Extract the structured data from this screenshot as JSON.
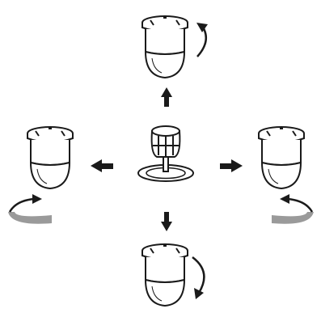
{
  "diagram": {
    "type": "ptz-joystick-control-illustration",
    "center": {
      "icon": "joystick-icon"
    },
    "cameras": [
      {
        "position": "top",
        "icon": "dome-camera-icon",
        "motion": "tilt-up",
        "indicator_icon": "curved-rotation-arrow-icon"
      },
      {
        "position": "left",
        "icon": "dome-camera-icon",
        "motion": "pan-left",
        "indicator_icon": "curved-rotation-arrow-icon"
      },
      {
        "position": "right",
        "icon": "dome-camera-icon",
        "motion": "pan-right",
        "indicator_icon": "curved-rotation-arrow-icon"
      },
      {
        "position": "bottom",
        "icon": "dome-camera-icon",
        "motion": "tilt-down",
        "indicator_icon": "curved-rotation-arrow-icon"
      }
    ],
    "direction_arrows": [
      "up",
      "left",
      "right",
      "down"
    ],
    "colors": {
      "stroke": "#1a1a1a",
      "dome_fill": "#ffffff",
      "pan_arrow_fill": "#9a9a9a",
      "background": "#ffffff"
    }
  }
}
